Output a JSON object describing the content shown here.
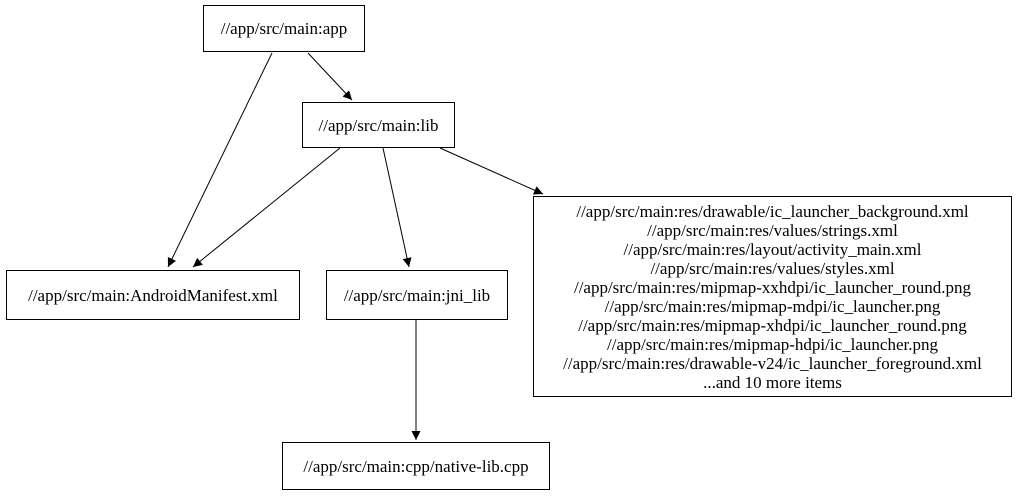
{
  "diagram": {
    "type": "dependency-graph",
    "background_color": "#ffffff",
    "node_border_color": "#000000",
    "text_color": "#000000",
    "edge_color": "#000000",
    "nodes": {
      "app": {
        "label": "//app/src/main:app"
      },
      "lib": {
        "label": "//app/src/main:lib"
      },
      "manifest": {
        "label": "//app/src/main:AndroidManifest.xml"
      },
      "jni_lib": {
        "label": "//app/src/main:jni_lib"
      },
      "res_group": {
        "lines": [
          "//app/src/main:res/drawable/ic_launcher_background.xml",
          "//app/src/main:res/values/strings.xml",
          "//app/src/main:res/layout/activity_main.xml",
          "//app/src/main:res/values/styles.xml",
          "//app/src/main:res/mipmap-xxhdpi/ic_launcher_round.png",
          "//app/src/main:res/mipmap-mdpi/ic_launcher.png",
          "//app/src/main:res/mipmap-xhdpi/ic_launcher_round.png",
          "//app/src/main:res/mipmap-hdpi/ic_launcher.png",
          "//app/src/main:res/drawable-v24/ic_launcher_foreground.xml",
          "...and 10 more items"
        ]
      },
      "native_cpp": {
        "label": "//app/src/main:cpp/native-lib.cpp"
      }
    },
    "edges": [
      {
        "from": "app",
        "to": "manifest"
      },
      {
        "from": "app",
        "to": "lib"
      },
      {
        "from": "lib",
        "to": "manifest"
      },
      {
        "from": "lib",
        "to": "jni_lib"
      },
      {
        "from": "lib",
        "to": "res_group"
      },
      {
        "from": "jni_lib",
        "to": "native_cpp"
      }
    ]
  }
}
